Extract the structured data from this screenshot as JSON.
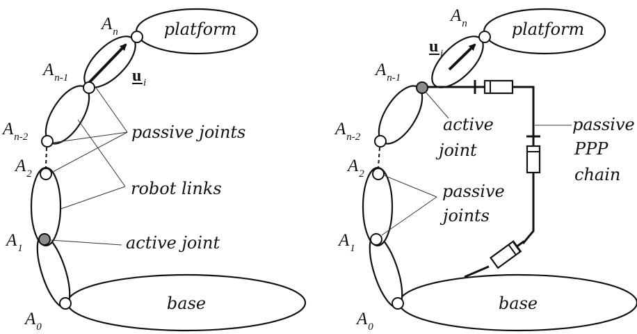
{
  "left": {
    "platform": "platform",
    "base": "base",
    "passive_joints": "passive joints",
    "robot_links": "robot links",
    "active_joint": "active joint",
    "vector": "u",
    "vector_sub": "i",
    "joints": [
      {
        "main": "A",
        "sub": "n"
      },
      {
        "main": "A",
        "sub": "n-1"
      },
      {
        "main": "A",
        "sub": "n-2"
      },
      {
        "main": "A",
        "sub": "2"
      },
      {
        "main": "A",
        "sub": "1"
      },
      {
        "main": "A",
        "sub": "0"
      }
    ]
  },
  "right": {
    "platform": "platform",
    "base": "base",
    "active_joint_line1": "active",
    "active_joint_line2": "joint",
    "passive_line1": "passive",
    "passive_line2": "PPP",
    "passive_line3": "chain",
    "passive_joints_line1": "passive",
    "passive_joints_line2": "joints",
    "vector": "u",
    "vector_sub": "i",
    "joints": [
      {
        "main": "A",
        "sub": "n"
      },
      {
        "main": "A",
        "sub": "n-1"
      },
      {
        "main": "A",
        "sub": "n-2"
      },
      {
        "main": "A",
        "sub": "2"
      },
      {
        "main": "A",
        "sub": "1"
      },
      {
        "main": "A",
        "sub": "0"
      }
    ]
  }
}
